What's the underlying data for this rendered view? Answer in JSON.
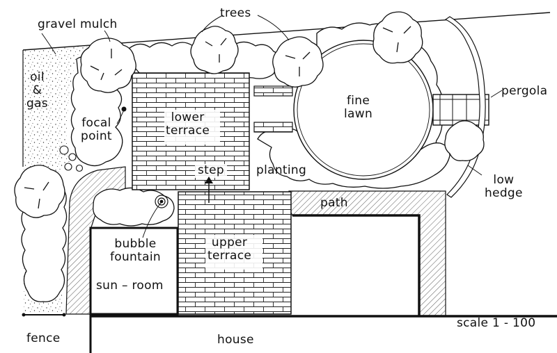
{
  "labels": {
    "trees": "trees",
    "gravel_mulch": "gravel mulch",
    "oil": "oil",
    "ampersand": "&",
    "gas": "gas",
    "focal": "focal",
    "point": "point",
    "lower": "lower",
    "terrace_lower": "terrace",
    "step": "step",
    "planting": "planting",
    "fine": "fine",
    "lawn": "lawn",
    "pergola": "pergola",
    "low": "low",
    "hedge": "hedge",
    "path": "path",
    "bubble": "bubble",
    "fountain": "fountain",
    "upper": "upper",
    "terrace_upper": "terrace",
    "sun_room": "sun – room",
    "scale": "scale 1 - 100",
    "fence": "fence",
    "house": "house"
  },
  "colors": {
    "ink": "#111111",
    "paper": "#ffffff"
  }
}
